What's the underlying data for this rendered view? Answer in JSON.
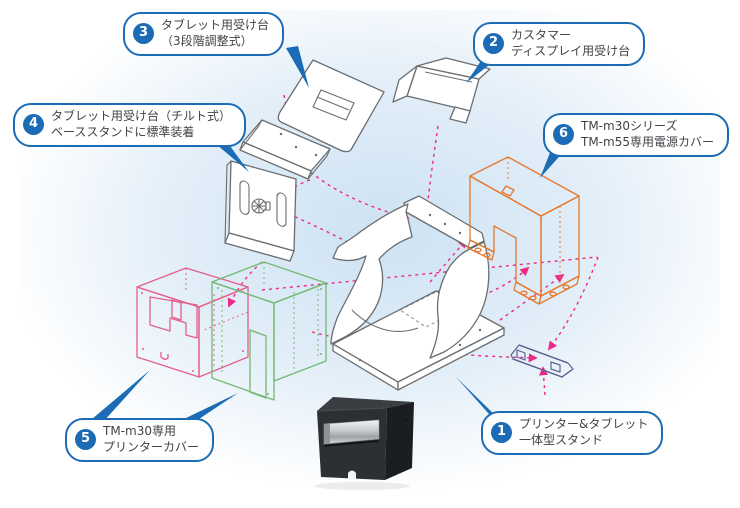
{
  "callouts": [
    {
      "number": "1",
      "lines": [
        "プリンター&タブレット",
        "一体型スタンド"
      ]
    },
    {
      "number": "2",
      "lines": [
        "カスタマー",
        "ディスプレイ用受け台"
      ]
    },
    {
      "number": "3",
      "lines": [
        "タブレット用受け台",
        "（3段階調整式）"
      ]
    },
    {
      "number": "4",
      "lines": [
        "タブレット用受け台（チルト式）",
        "ベーススタンドに標準装着"
      ]
    },
    {
      "number": "5",
      "lines": [
        "TM-m30専用",
        "プリンターカバー"
      ]
    },
    {
      "number": "6",
      "lines": [
        "TM-m30シリーズ",
        "TM-m55専用電源カバー"
      ]
    }
  ],
  "colors": {
    "accent": "#1b6cb5",
    "text": "#3f4347",
    "guide_pink": "#ec2a85",
    "part_gray": "#6a6d70",
    "cover_pink": "#e2608a",
    "cover_green": "#74b874",
    "cover_orange": "#e5792d",
    "bracket_slate": "#5d6390",
    "bg_tint": "#cfe3f2"
  },
  "parts": {
    "stand": "printer-tablet-stand",
    "tablet_holder_3stage": "tablet-holder-3-stage",
    "display_holder": "customer-display-holder",
    "tilt_holder": "tablet-holder-tilt",
    "printer_cover_pink": "tm-m30-printer-cover",
    "printer_cover_green": "printer-cover-variant",
    "power_cover": "tm-m30-tm-m55-power-cover",
    "bracket": "mounting-bracket",
    "printer": "tm-m30-printer-photo"
  }
}
